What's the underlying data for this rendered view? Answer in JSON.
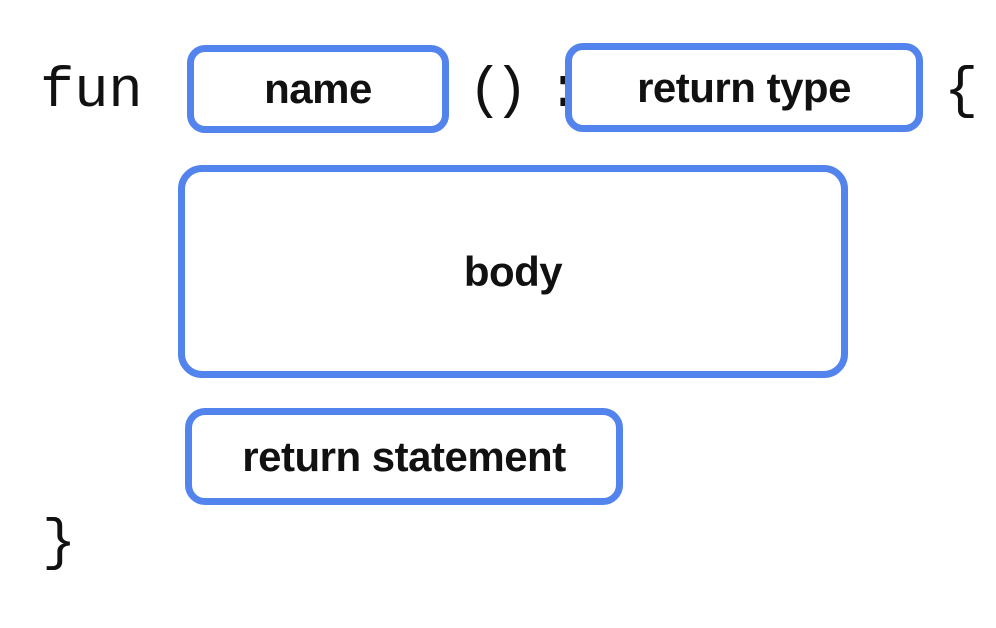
{
  "diagram": {
    "description_label": "function-syntax-diagram",
    "keyword": "fun",
    "parens_colon": "() :",
    "open_brace": "{",
    "close_brace": "}",
    "name_box_label": "name",
    "return_type_box_label": "return type",
    "body_box_label": "body",
    "return_statement_box_label": "return statement",
    "colors": {
      "box_border": "#5383EC",
      "text": "#111111",
      "background": "#FFFFFF"
    }
  }
}
